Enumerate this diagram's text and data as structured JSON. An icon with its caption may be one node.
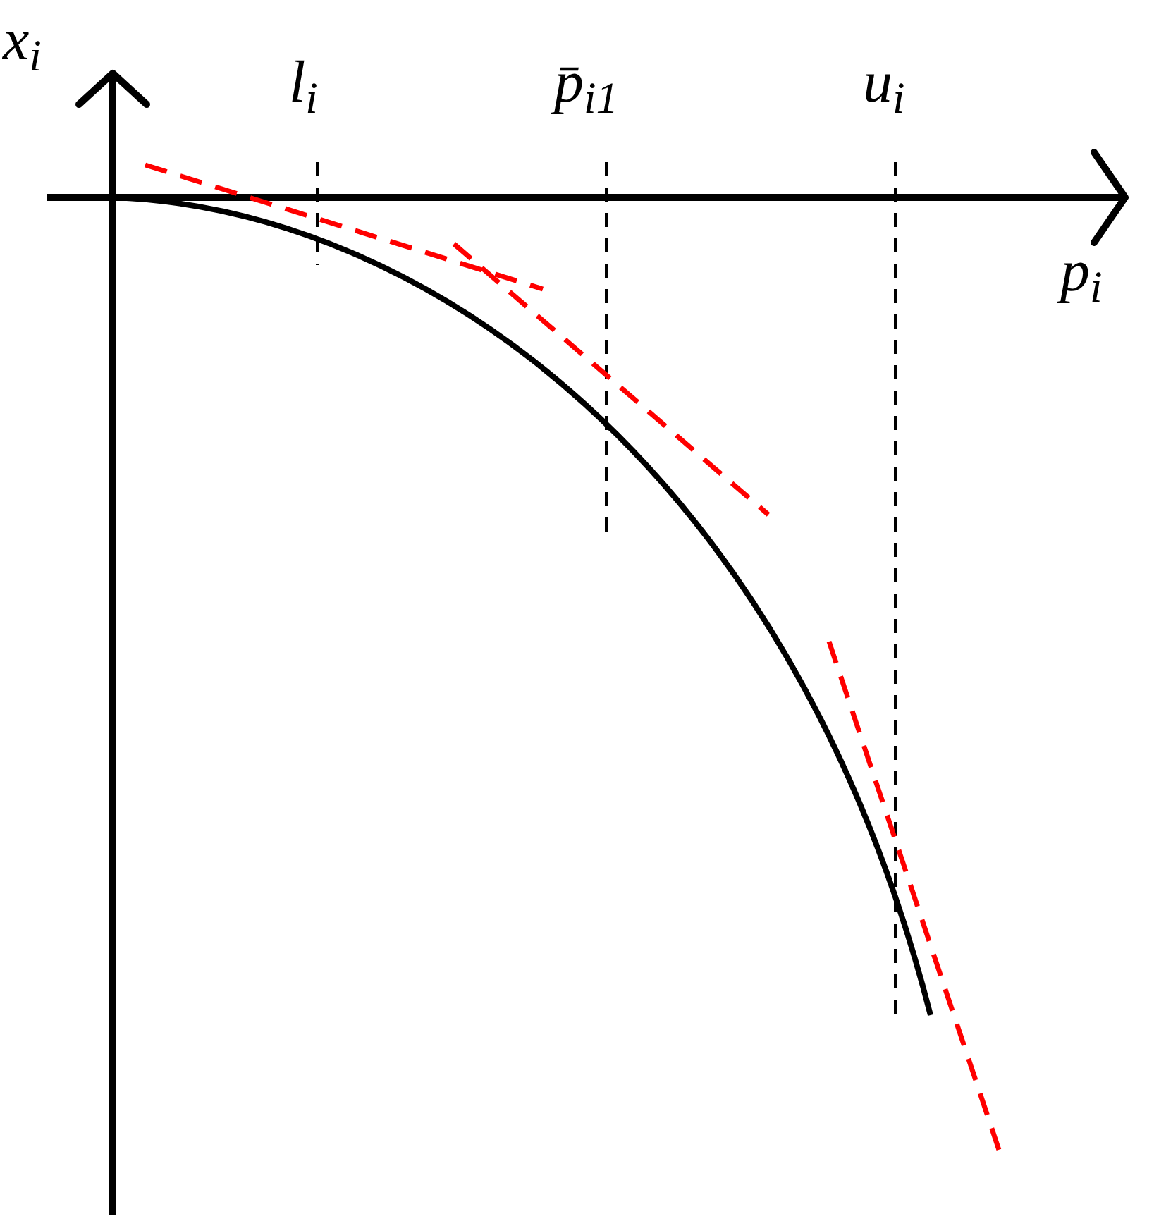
{
  "diagram": {
    "labels": [
      "x$_{i}$",
      "l$_{i}$",
      "p̄$_{i1}$",
      "u$_{i}$",
      "p$_{i}$"
    ]
  }
}
